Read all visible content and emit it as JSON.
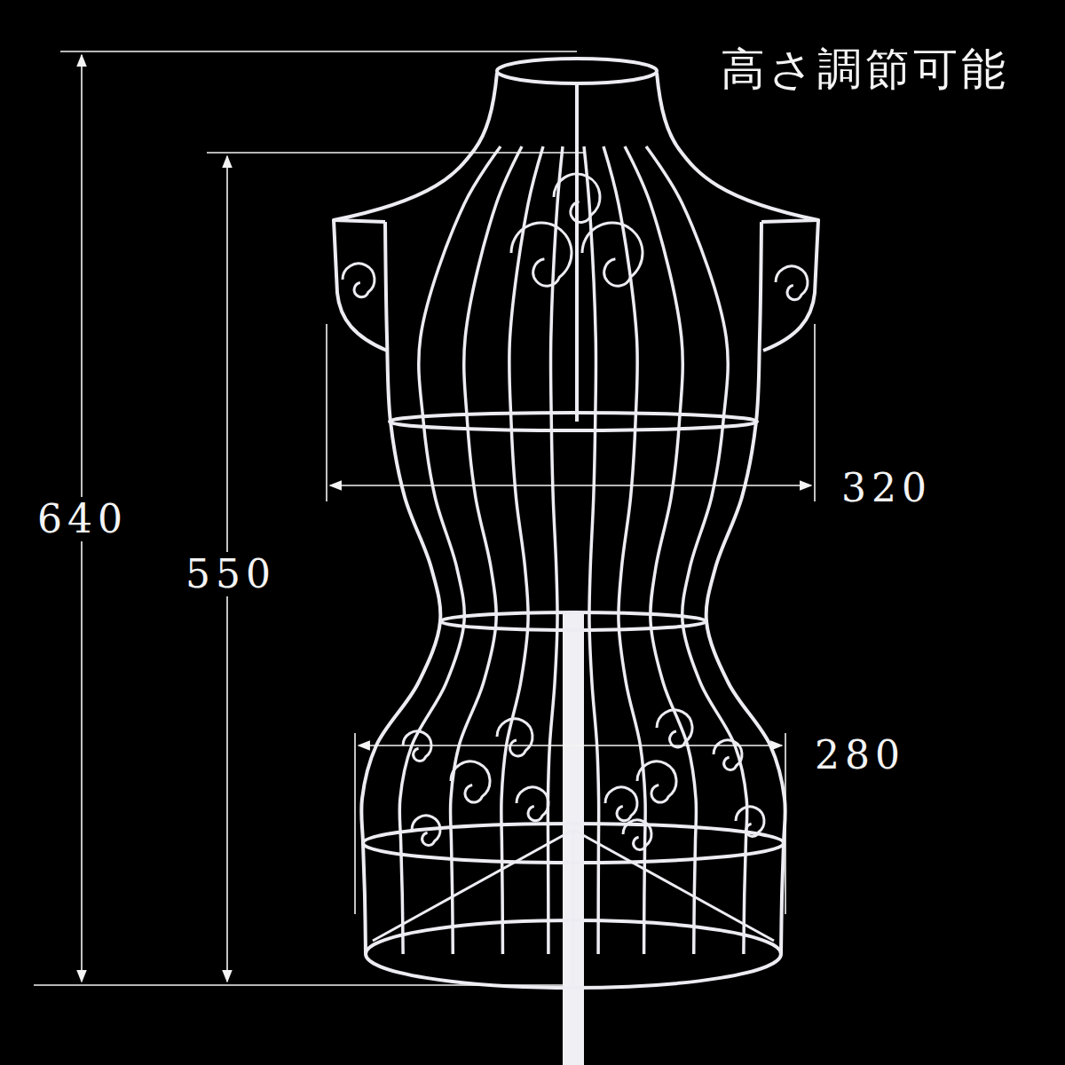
{
  "diagram": {
    "labels": [
      "高さ調節可能",
      "640",
      "550",
      "320",
      "280"
    ]
  }
}
